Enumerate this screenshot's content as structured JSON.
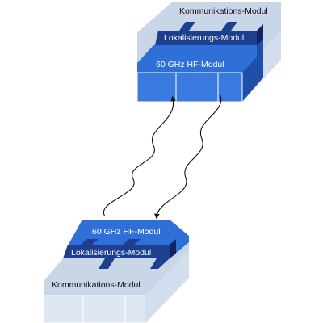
{
  "top_stack": {
    "comm_label": "Kommunikations-Modul",
    "loc_label": "Lokalisierungs-Modul",
    "hf_label": "60 GHz HF-Modul"
  },
  "bottom_stack": {
    "hf_label": "60 GHz HF-Modul",
    "loc_label": "Lokalisierungs-Modul",
    "comm_label": "Kommunikations-Modul"
  },
  "colors": {
    "comm_top": "#c9d6e8",
    "comm_side": "#d8e2ef",
    "comm_front": "#dfe7f2",
    "loc_top": "#1e3f8f",
    "loc_dark": "#0f2460",
    "hf_top": "#2f6fd8",
    "hf_side": "#1f4fa8",
    "hf_front": "#3a7be0",
    "link": "#111111"
  }
}
